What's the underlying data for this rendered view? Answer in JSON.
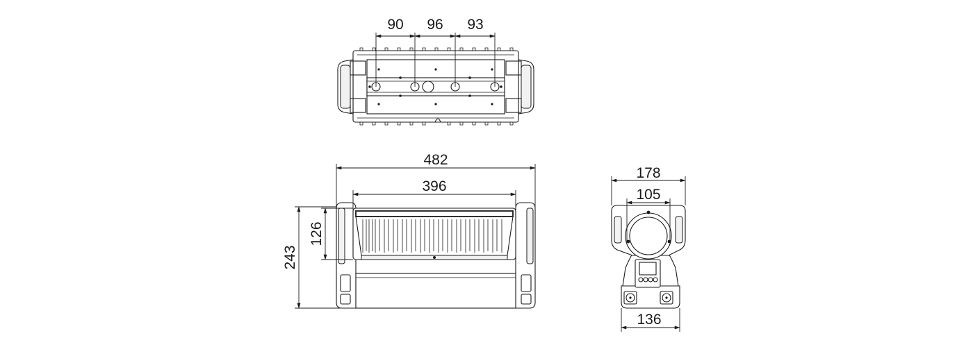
{
  "top_view": {
    "dims": {
      "spacing_left": "90",
      "spacing_mid": "96",
      "spacing_right": "93"
    }
  },
  "front_view": {
    "dims": {
      "overall_width": "482",
      "lens_width": "396",
      "lens_height": "126",
      "overall_height": "243"
    }
  },
  "side_view": {
    "dims": {
      "overall_depth": "178",
      "lens_span": "105",
      "base_width": "136"
    }
  }
}
